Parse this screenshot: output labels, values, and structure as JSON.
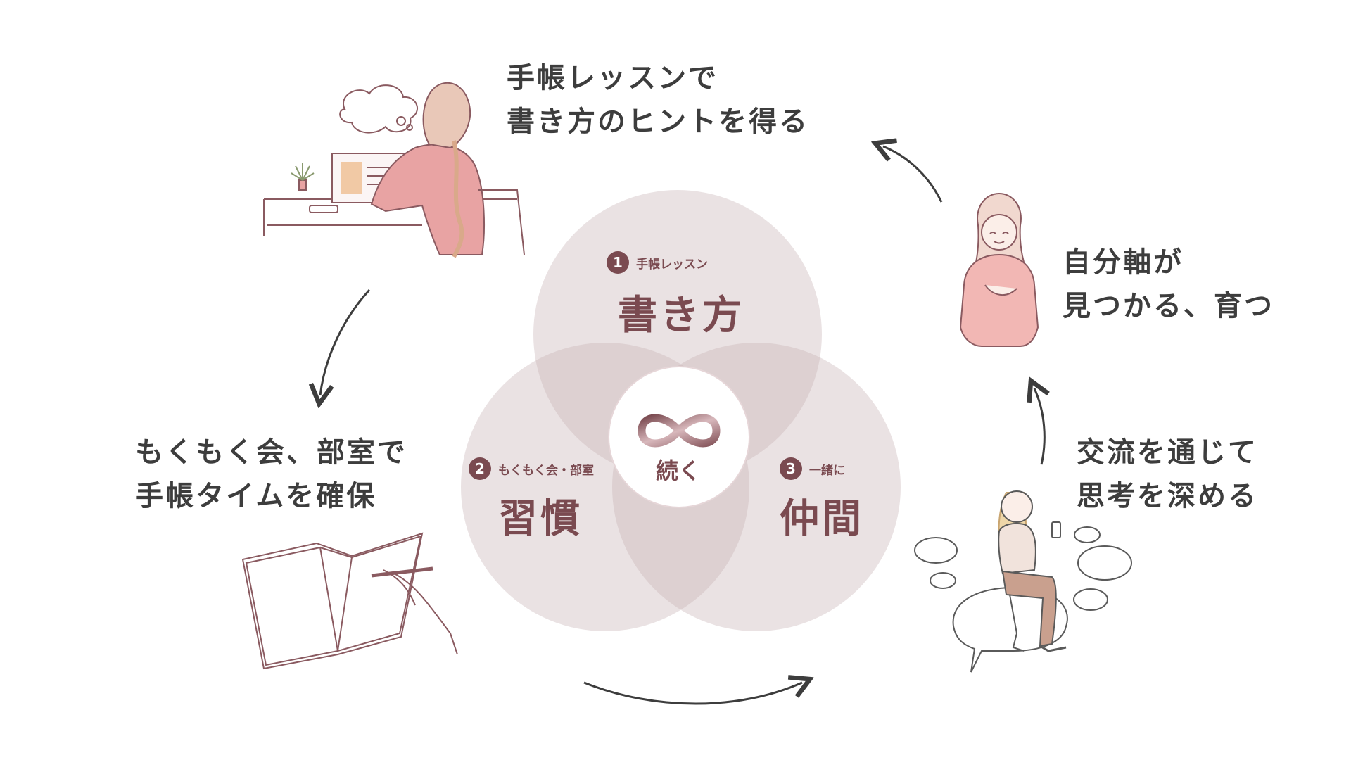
{
  "captions": {
    "top": [
      "手帳レッスンで",
      "書き方のヒントを得る"
    ],
    "right": [
      "自分軸が",
      "見つかる、育つ"
    ],
    "bottom_right": [
      "交流を通じて",
      "思考を深める"
    ],
    "left": [
      "もくもく会、部室で",
      "手帳タイムを確保"
    ]
  },
  "circles": [
    {
      "number": "1",
      "subtitle": "手帳レッスン",
      "title": "書き方"
    },
    {
      "number": "2",
      "subtitle": "もくもく会・部室",
      "title": "習慣"
    },
    {
      "number": "3",
      "subtitle": "一緒に",
      "title": "仲間"
    }
  ],
  "center": {
    "icon": "infinity-icon",
    "label": "続く"
  },
  "colors": {
    "accent": "#7a4a50",
    "circle_fill": "#e8dcdd",
    "pink": "#e8a3a3",
    "text": "#3d3d3d"
  }
}
